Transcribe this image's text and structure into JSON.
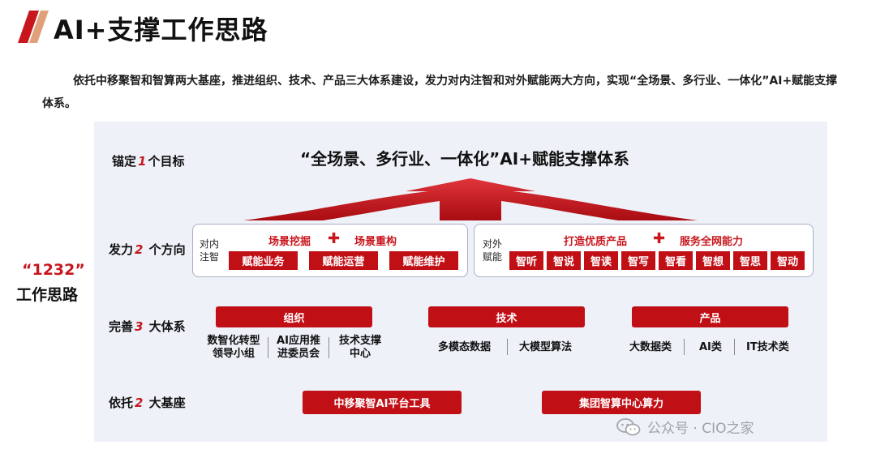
{
  "header": {
    "title": "AI+支撑工作思路"
  },
  "intro": "依托中移聚智和智算两大基座，推进组织、技术、产品三大体系建设，发力对内注智和对外赋能两大方向，实现“全场景、多行业、一体化”AI+赋能支撑体系。",
  "side": {
    "quote": "“1232”",
    "label": "工作思路"
  },
  "rows": {
    "goal": {
      "pre": "锚定",
      "num": "1",
      "post": "个目标"
    },
    "dir": {
      "pre": "发力",
      "num": "2",
      "post": " 个方向"
    },
    "sys": {
      "pre": "完善",
      "num": "3",
      "post": " 大体系"
    },
    "base": {
      "pre": "依托",
      "num": "2",
      "post": " 大基座"
    }
  },
  "goal_text": "“全场景、多行业、一体化”AI+赋能支撑体系",
  "directions": {
    "internal": {
      "label": [
        "对内",
        "注智"
      ],
      "headers": [
        "场景挖掘",
        "场景重构"
      ],
      "plus": "✚",
      "tags": [
        "赋能业务",
        "赋能运营",
        "赋能维护"
      ]
    },
    "external": {
      "label": [
        "对外",
        "赋能"
      ],
      "headers": [
        "打造优质产品",
        "服务全网能力"
      ],
      "plus": "✚",
      "tags": [
        "智听",
        "智说",
        "智读",
        "智写",
        "智看",
        "智想",
        "智思",
        "智动"
      ]
    }
  },
  "systems": [
    {
      "name": "组织",
      "items": [
        [
          "数智化转型",
          "领导小组"
        ],
        [
          "AI应用推",
          "进委员会"
        ],
        [
          "技术支撑",
          "中心"
        ]
      ]
    },
    {
      "name": "技术",
      "items": [
        [
          "多模态数据"
        ],
        [
          "大模型算法"
        ]
      ]
    },
    {
      "name": "产品",
      "items": [
        [
          "大数据类"
        ],
        [
          "AI类"
        ],
        [
          "IT技术类"
        ]
      ]
    }
  ],
  "bases": [
    "中移聚智AI平台工具",
    "集团智算中心算力"
  ],
  "watermark": {
    "icon": "wechat-icon",
    "text": "公众号 · CIO之家"
  },
  "colors": {
    "accent": "#c10f16",
    "panel": "#eef1f8"
  }
}
